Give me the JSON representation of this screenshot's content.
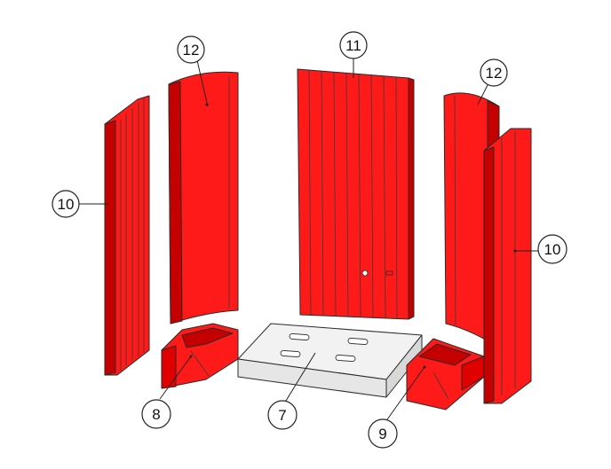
{
  "colors": {
    "part_fill": "#ff1a1a",
    "part_shade": "#c40000",
    "base_fill": "#f2f2f2",
    "outline": "#2a2a2a"
  },
  "labels": {
    "left_side_panel": "10",
    "right_side_panel": "10",
    "left_corner_panel": "12",
    "right_corner_panel": "12",
    "back_panel": "11",
    "base_plate": "7",
    "left_front_brick": "8",
    "right_front_brick": "9"
  }
}
